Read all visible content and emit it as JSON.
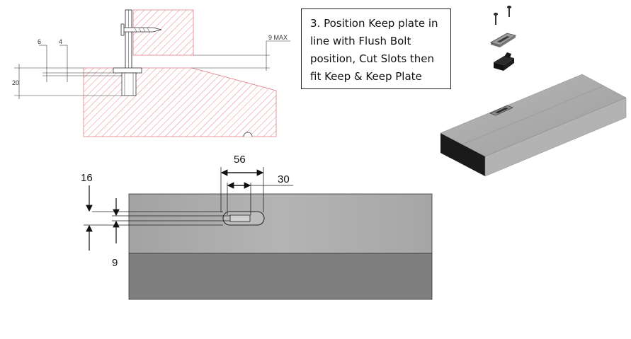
{
  "instruction": {
    "lines": [
      "3. Position Keep plate in",
      "line with Flush Bolt",
      "position, Cut Slots then",
      "fit Keep & Keep Plate"
    ]
  },
  "section_drawing": {
    "dim_6": "6",
    "dim_4": "4",
    "dim_20": "20",
    "dim_9max": "9 MAX"
  },
  "plan_drawing": {
    "dim_56": "56",
    "dim_30": "30",
    "dim_16": "16",
    "dim_9": "9"
  },
  "colors": {
    "hatch": "#e47a84",
    "sill_top": "#a9a9a9",
    "sill_front": "#7d7d7d",
    "outline": "#222222"
  }
}
